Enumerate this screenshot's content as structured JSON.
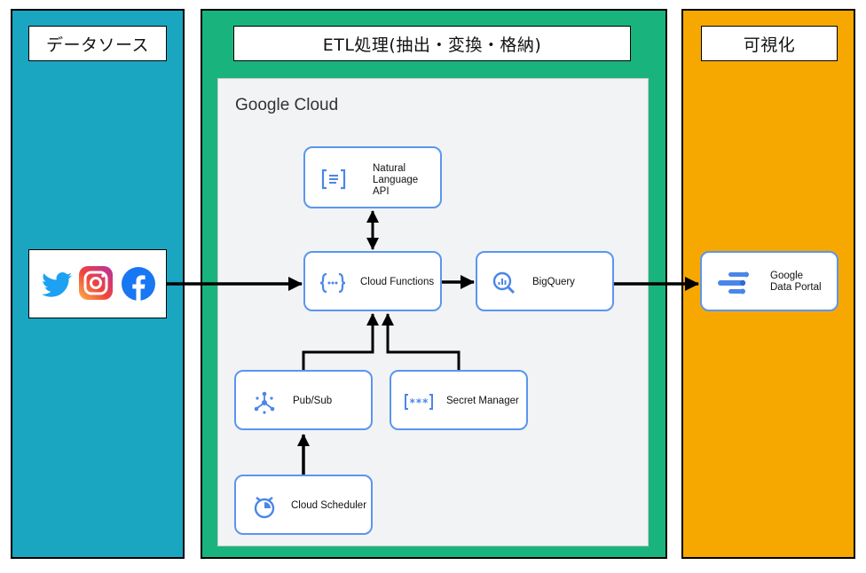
{
  "lanes": {
    "source": {
      "title": "データソース",
      "color": "#1aa6c1"
    },
    "etl": {
      "title": "ETL処理(抽出・変換・格納)",
      "color": "#19b47e"
    },
    "viz": {
      "title": "可視化",
      "color": "#f7a800"
    }
  },
  "google_cloud": {
    "label": "Google Cloud"
  },
  "sources": [
    {
      "icon": "twitter-icon",
      "color": "#1da1f2"
    },
    {
      "icon": "instagram-icon",
      "color": "#e1306c"
    },
    {
      "icon": "facebook-icon",
      "color": "#1877f2"
    }
  ],
  "nodes": {
    "nlp": {
      "label_lines": [
        "Natural",
        "Language",
        "API"
      ],
      "icon": "natural-language-api-icon"
    },
    "cloud_functions": {
      "label": "Cloud Functions",
      "icon": "cloud-functions-icon"
    },
    "bigquery": {
      "label": "BigQuery",
      "icon": "bigquery-icon"
    },
    "pubsub": {
      "label": "Pub/Sub",
      "icon": "pubsub-icon"
    },
    "secret_manager": {
      "label": "Secret Manager",
      "icon": "secret-manager-icon"
    },
    "cloud_scheduler": {
      "label": "Cloud Scheduler",
      "icon": "cloud-scheduler-icon"
    },
    "data_portal": {
      "label_lines": [
        "Google",
        "Data Portal"
      ],
      "icon": "data-portal-icon"
    }
  },
  "colors": {
    "node_border": "#5b95f0",
    "icon_blue": "#4a86e8",
    "arrow": "#000000"
  }
}
